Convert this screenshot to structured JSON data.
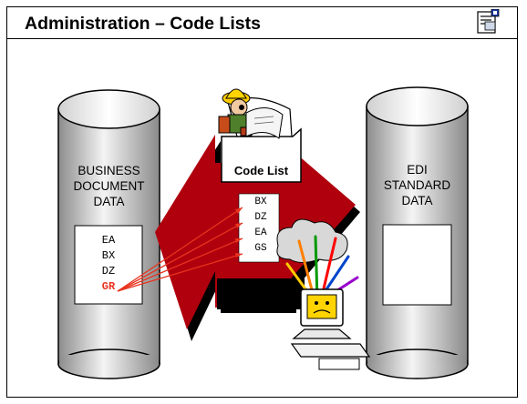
{
  "title": "Administration – Code Lists",
  "left_cylinder": {
    "lines": [
      "BUSINESS",
      "DOCUMENT",
      "DATA"
    ],
    "codes": [
      "EA",
      "BX",
      "DZ",
      "GR"
    ]
  },
  "right_cylinder": {
    "lines": [
      "EDI",
      "STANDARD",
      "DATA"
    ]
  },
  "code_list": {
    "label": "Code List",
    "codes": [
      "BX",
      "DZ",
      "EA",
      "GS"
    ]
  },
  "colors": {
    "arrow": "#b0000d",
    "highlight": "#e8331e",
    "cylinder_light": "#f2f2f2",
    "cylinder_dark": "#8c8c8c"
  },
  "icons": [
    "speaker-notes-icon",
    "explorer-with-map-icon",
    "exploding-computer-icon"
  ]
}
